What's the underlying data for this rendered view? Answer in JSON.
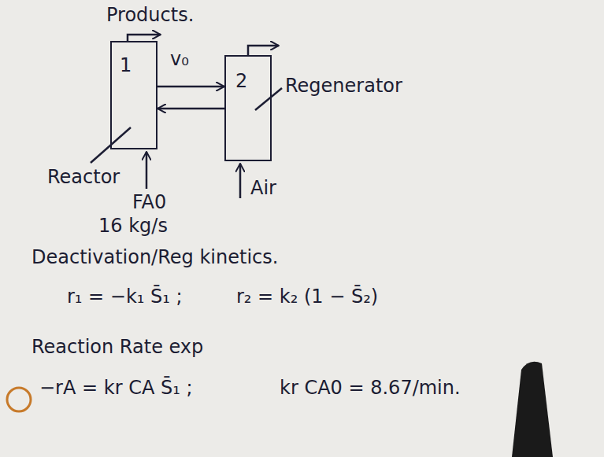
{
  "diagram": {
    "nodes": [
      {
        "text": [
          "1"
        ]
      },
      {
        "text": [
          "2"
        ]
      }
    ],
    "edges": [
      {
        "from": 0,
        "to": 1,
        "arrow": "to",
        "label": "v₀"
      },
      {
        "from": 1,
        "to": 0,
        "arrow": "to"
      }
    ],
    "labels": [
      "Products.",
      "Reactor",
      "Regenerator",
      "FA0",
      "16 kg/s",
      "Air",
      "Deactivation/Reg kinetics.",
      "r₁ = −k₁ S̄₁ ;",
      "r₂ = k₂ (1 − S̄₂)",
      "Reaction Rate exp",
      "−rA = kr CA S̄₁ ;",
      "kr CA0 = 8.67/min."
    ]
  }
}
